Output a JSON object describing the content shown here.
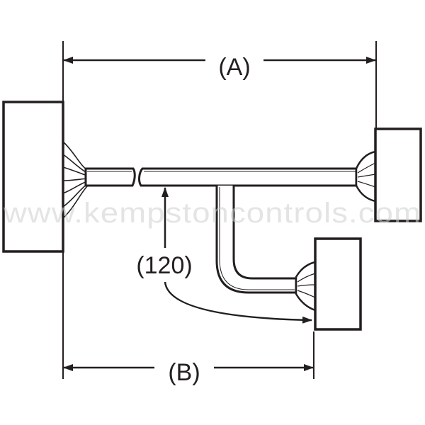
{
  "diagram": {
    "labels": {
      "dim_a": "(A)",
      "dim_b": "(B)",
      "dim_branch": "(120)"
    },
    "watermark": "www.kempstoncontrols.com",
    "colors": {
      "ink": "#231f20",
      "background": "#ffffff",
      "watermark": "#cfcfcf"
    }
  }
}
